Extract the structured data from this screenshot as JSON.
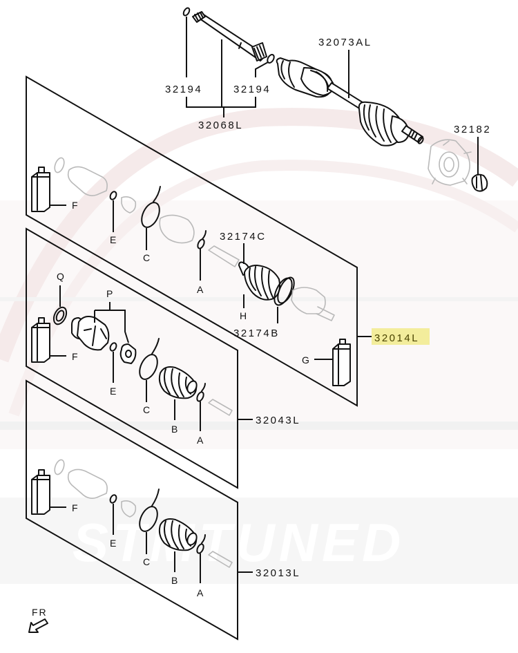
{
  "diagram": {
    "type": "exploded-parts-diagram",
    "subject": "drive shaft / CV joint assembly",
    "highlight_color": "#f3ed9c",
    "ink_color": "#111111",
    "ghost_color": "#b9b9b9",
    "watermark": {
      "text": "STMTUNED",
      "color": "#ededed"
    },
    "part_numbers": {
      "inner_shaft": "32068L",
      "snap_ring_left": "32194",
      "snap_ring_right": "32194",
      "drive_shaft_assy": "32073AL",
      "hub_nut": "32182",
      "inner_joint_small_band": "32174C",
      "inner_joint_large_band": "32174B",
      "boot_kit_inner": "32014L",
      "boot_kit_outer_repair": "32043L",
      "boot_kit_outer": "32013L"
    },
    "panels": [
      {
        "id": "panel-1",
        "part_number_ref": "boot_kit_inner",
        "highlighted": true,
        "letters": {
          "F": "F",
          "E": "E",
          "C": "C",
          "A": "A",
          "H": "H",
          "G": "G"
        }
      },
      {
        "id": "panel-2",
        "part_number_ref": "boot_kit_outer_repair",
        "highlighted": false,
        "letters": {
          "Q": "Q",
          "P": "P",
          "F": "F",
          "E": "E",
          "C": "C",
          "B": "B",
          "A": "A"
        }
      },
      {
        "id": "panel-3",
        "part_number_ref": "boot_kit_outer",
        "highlighted": false,
        "letters": {
          "F": "F",
          "E": "E",
          "C": "C",
          "B": "B",
          "A": "A"
        }
      }
    ],
    "orientation": {
      "label": "FR",
      "icon": "front-direction-arrow-icon"
    }
  }
}
